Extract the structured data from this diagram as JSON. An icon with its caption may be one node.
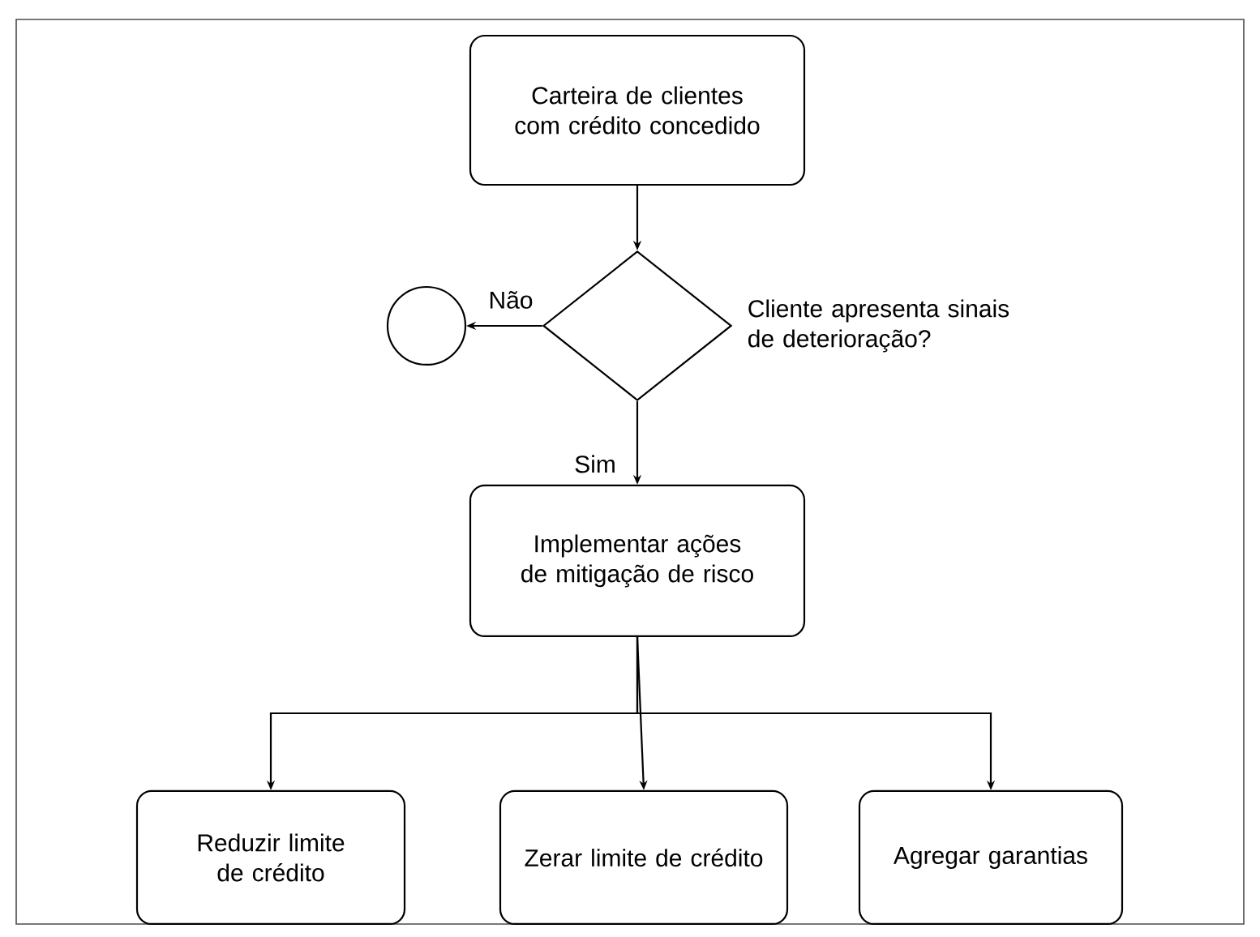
{
  "diagram": {
    "nodes": [
      {
        "text": [
          "Carteira de clientes com crédito concedido"
        ]
      },
      {
        "text": [],
        "shape": "diamond",
        "beside": [
          "Cliente apresenta sinais de deterioração?"
        ]
      },
      {
        "text": [],
        "shape": "circle"
      },
      {
        "text": [
          "Implementar ações de mitigação de risco"
        ]
      },
      {
        "text": [
          "Reduzir limite de crédito"
        ]
      },
      {
        "text": [
          "Zerar limite de crédito"
        ]
      },
      {
        "text": [
          "Agregar garantias"
        ]
      }
    ],
    "edges": [
      {
        "from": 0,
        "to": 1,
        "arrow": "to"
      },
      {
        "from": 1,
        "to": 2,
        "arrow": "to",
        "label": "Não"
      },
      {
        "from": 1,
        "to": 3,
        "arrow": "to",
        "label": "Sim"
      },
      {
        "from": 3,
        "to": 4,
        "arrow": "to"
      },
      {
        "from": 3,
        "to": 5,
        "arrow": "to"
      },
      {
        "from": 3,
        "to": 6,
        "arrow": "to"
      }
    ]
  }
}
